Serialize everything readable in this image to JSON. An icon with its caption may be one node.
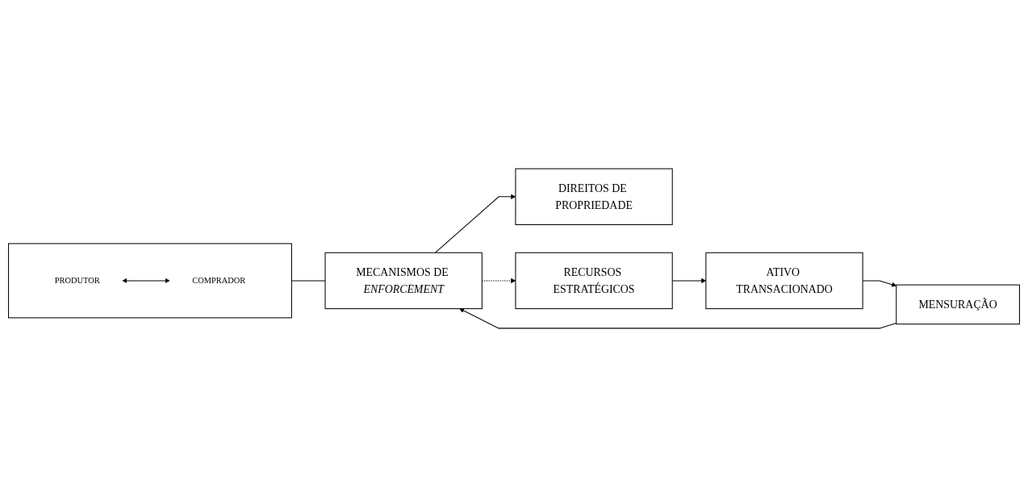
{
  "diagram": {
    "nodes": [
      {
        "text": [],
        "shape": "box"
      },
      {
        "text": [
          "PRODUTOR"
        ],
        "in": 0
      },
      {
        "text": [
          "COMPRADOR"
        ],
        "in": 0
      },
      {
        "text": [
          "ATIVO TRANSACIONADO"
        ]
      },
      {
        "text": [
          "MENSURAÇÃO"
        ]
      },
      {
        "text": [
          "MECANISMOS DE *ENFORCEMENT*"
        ]
      },
      {
        "text": [
          "DIREITOS DE PROPRIEDADE"
        ]
      },
      {
        "text": [
          "RECURSOS ESTRATÉGICOS"
        ]
      }
    ],
    "edges": [
      {
        "from": 1,
        "to": 2,
        "arrow": "both"
      },
      {
        "from": 3,
        "to": 4,
        "arrow": "to"
      },
      {
        "from": 4,
        "to": 5,
        "arrow": "to"
      },
      {
        "from": 5,
        "to": 6,
        "arrow": "to"
      },
      {
        "from": 0,
        "to": 5,
        "arrow": "none"
      },
      {
        "from": 5,
        "to": 7,
        "arrow": "to",
        "style": "dashed"
      },
      {
        "from": 7,
        "to": 3,
        "arrow": "to"
      }
    ]
  }
}
